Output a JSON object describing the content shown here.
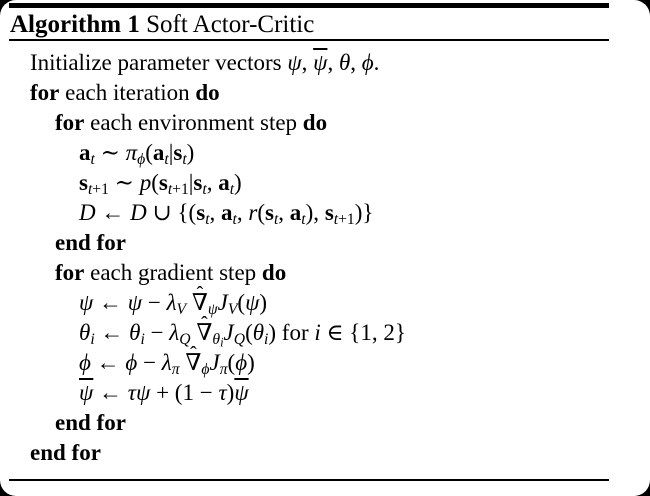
{
  "page": {
    "background_color": "#ffffff",
    "frame_color": "#000000",
    "text_color": "#000000"
  },
  "header": {
    "label_bold": "Algorithm 1",
    "label_rest": "Soft Actor-Critic"
  },
  "algorithm": {
    "lines": [
      {
        "indent": 0,
        "html": "Initialize parameter vectors <i>ψ</i>, <span class=\"ol\"><i>ψ</i></span>, <i>θ</i>, <i>ϕ</i>."
      },
      {
        "indent": 0,
        "html": "<b>for</b> each iteration <b>do</b>"
      },
      {
        "indent": 1,
        "html": "<b>for</b> each environment step <b>do</b>"
      },
      {
        "indent": 2,
        "html": "<b>a</b><sub><i>t</i></sub> ∼ <i>π</i><sub><i>ϕ</i></sub>(<b>a</b><sub><i>t</i></sub>|<b>s</b><sub><i>t</i></sub>)"
      },
      {
        "indent": 2,
        "html": "<b>s</b><sub><i>t</i>+1</sub> ∼ <i>p</i>(<b>s</b><sub><i>t</i>+1</sub>|<b>s</b><sub><i>t</i></sub>, <b>a</b><sub><i>t</i></sub>)"
      },
      {
        "indent": 2,
        "html": "<i class=\"scr\">D</i> ← <i class=\"scr\">D</i> ∪ {(<b>s</b><sub><i>t</i></sub>, <b>a</b><sub><i>t</i></sub>, <i>r</i>(<b>s</b><sub><i>t</i></sub>, <b>a</b><sub><i>t</i></sub>), <b>s</b><sub><i>t</i>+1</sub>)}"
      },
      {
        "indent": 1,
        "html": "<b>end for</b>"
      },
      {
        "indent": 1,
        "html": "<b>for</b> each gradient step <b>do</b>"
      },
      {
        "indent": 2,
        "html": "<i>ψ</i> ← <i>ψ</i> − <i>λ</i><sub><i>V</i></sub> <span class=\"hat\">∇</span><sub><i>ψ</i></sub><i>J</i><sub><i>V</i></sub>(<i>ψ</i>)"
      },
      {
        "indent": 2,
        "html": "<i>θ</i><sub><i>i</i></sub> ← <i>θ</i><sub><i>i</i></sub> − <i>λ</i><sub><i>Q</i></sub> <span class=\"hat\">∇</span><sub><i>θ</i><sub><i>i</i></sub></sub><i>J</i><sub><i>Q</i></sub>(<i>θ</i><sub><i>i</i></sub>) for <i>i</i> ∈ {1, 2}"
      },
      {
        "indent": 2,
        "html": "<i>ϕ</i> ← <i>ϕ</i> − <i>λ</i><sub><i>π</i></sub> <span class=\"hat\">∇</span><sub><i>ϕ</i></sub><i>J</i><sub><i>π</i></sub>(<i>ϕ</i>)"
      },
      {
        "indent": 2,
        "html": "<span class=\"ol\"><i>ψ</i></span> ← <i>τψ</i> + (1 − <i>τ</i>)<span class=\"ol\"><i>ψ</i></span>"
      },
      {
        "indent": 1,
        "html": "<b>end for</b>"
      },
      {
        "indent": 0,
        "html": "<b>end for</b>"
      }
    ]
  }
}
